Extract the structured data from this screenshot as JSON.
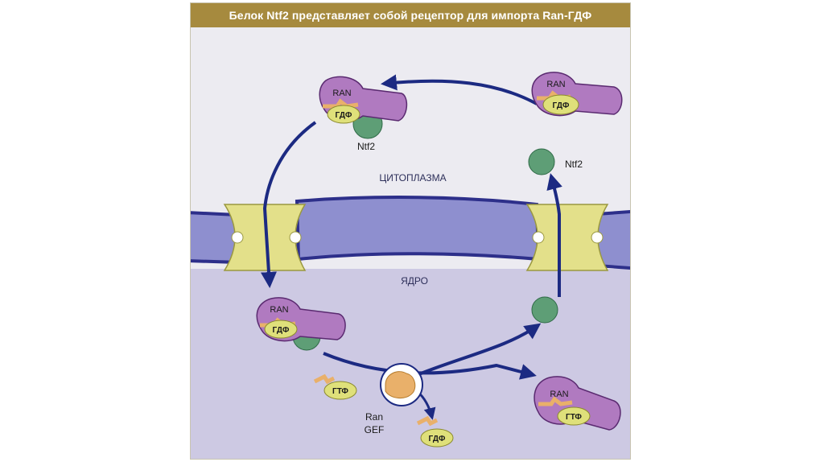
{
  "title": "Белок Ntf2 представляет собой рецептор для импорта Ran-ГДФ",
  "regions": {
    "cytoplasm": "ЦИТОПЛАЗМА",
    "nucleus": "ЯДРО"
  },
  "labels": {
    "ran": "RAN",
    "gdp": "ГДФ",
    "gtp": "ГТФ",
    "ntf2": "Ntf2",
    "ran_gef_line1": "Ran",
    "ran_gef_line2": "GEF"
  },
  "colors": {
    "title_bar": "#a68a3e",
    "cytoplasm": "#ecebf1",
    "nucleus": "#cdc9e3",
    "membrane": "#8e8fcf",
    "membrane_outline": "#2d2f8a",
    "pore": "#e3e08a",
    "arrow": "#1c2a82",
    "ran_protein": "#b07ac0",
    "gdp_gtp": "#dfe07a",
    "ntf2_protein": "#5e9e76",
    "gef_enzyme": "#e9b06a"
  }
}
